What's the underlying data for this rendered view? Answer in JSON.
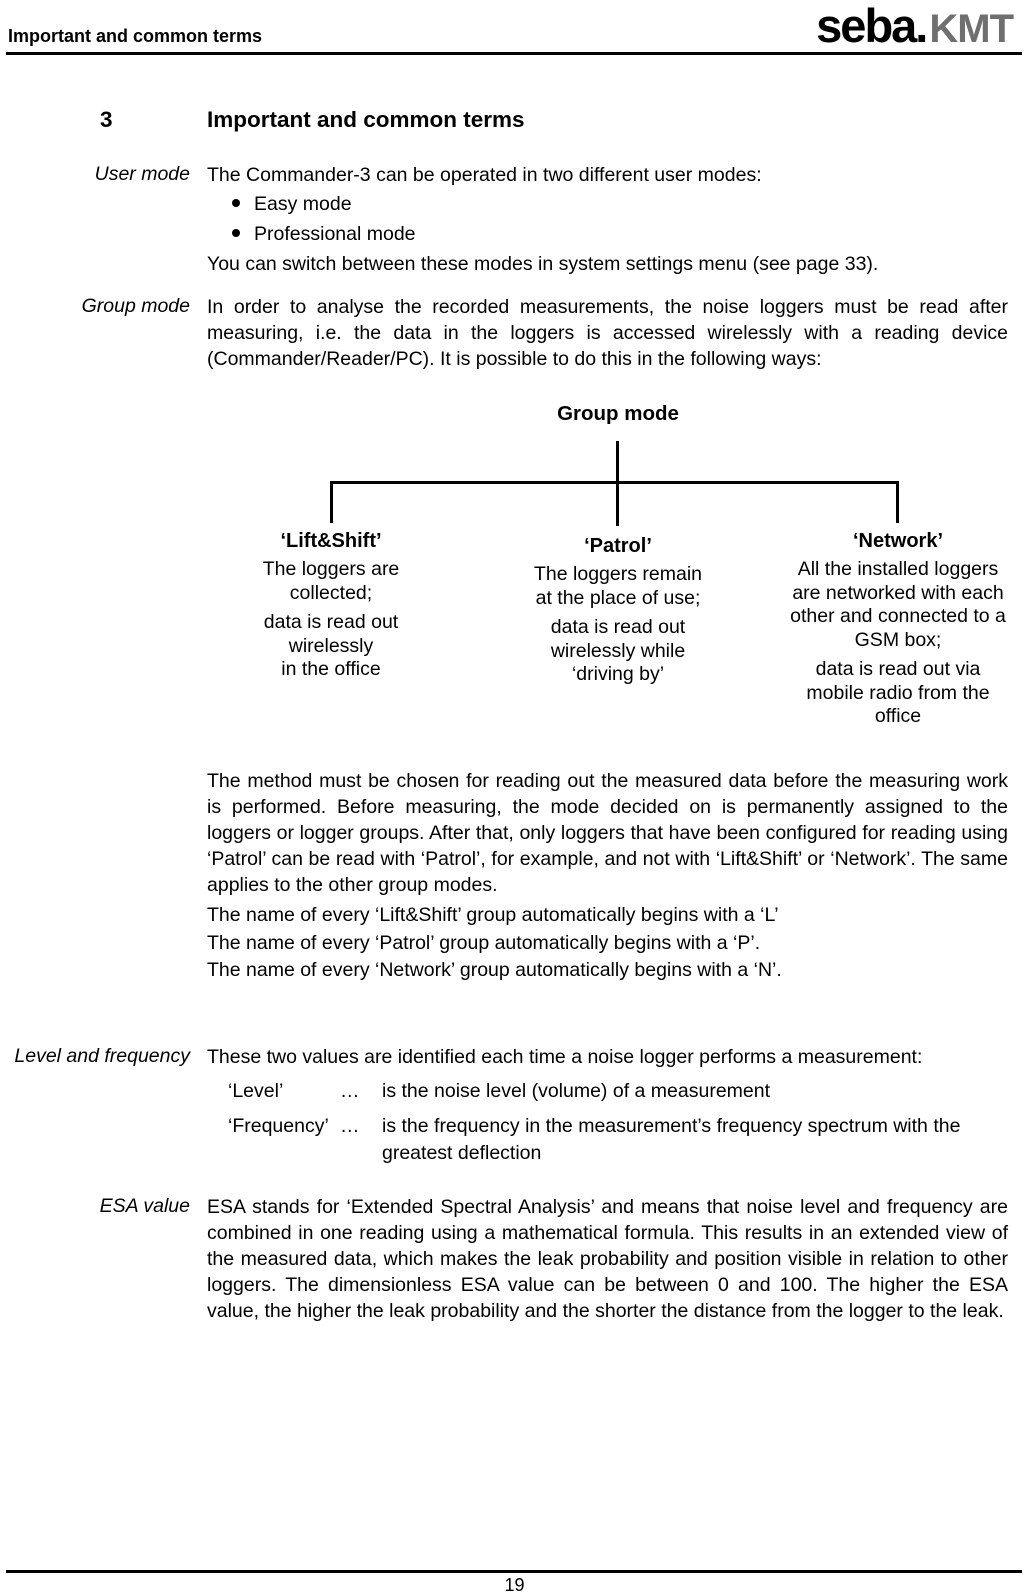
{
  "header": {
    "title": "Important and common terms",
    "logo_black": "seba.",
    "logo_gray": "KMT"
  },
  "section": {
    "number": "3",
    "title": "Important and common terms"
  },
  "user_mode": {
    "label": "User mode",
    "intro": "The Commander-3 can be operated in two different user modes:",
    "bullets": [
      "Easy mode",
      "Professional mode"
    ],
    "outro": "You can switch between these modes in system settings menu (see page 33)."
  },
  "group_mode": {
    "label": "Group mode",
    "intro": "In order to analyse the recorded measurements, the noise loggers must be read after measuring, i.e. the data in the loggers is accessed wirelessly with a reading device (Commander/Reader/PC). It is possible to do this in the following ways:",
    "diagram": {
      "root": "Group mode",
      "columns": [
        {
          "title": "‘Lift&Shift’",
          "body1": "The loggers are\ncollected;",
          "body2": "data is read out\nwirelessly\nin the office"
        },
        {
          "title": "‘Patrol’",
          "body1": "The loggers remain\nat the place of use;",
          "body2": "data is read out\nwirelessly while\n‘driving by’"
        },
        {
          "title": "‘Network’",
          "body1": "All the installed loggers\nare networked with each\nother and connected to a\nGSM box;",
          "body2": "data is read out via\nmobile radio from the\noffice"
        }
      ]
    },
    "method": "The method must be chosen for reading out the measured data before the measuring work is performed. Before measuring, the mode decided on is permanently assigned to the loggers or logger groups. After that, only loggers that have been configured for reading using ‘Patrol’ can be read with ‘Patrol’, for example, and not with ‘Lift&Shift’ or ‘Network’. The same applies to the other group modes.",
    "naming_rules": [
      "The name of every ‘Lift&Shift’ group automatically begins with a ‘L’",
      "The name of every ‘Patrol’ group automatically begins with a ‘P’.",
      "The name of every ‘Network’ group automatically begins with a ‘N’."
    ]
  },
  "level_frequency": {
    "label": "Level and frequency",
    "intro": "These two values are identified each time a noise logger performs a measurement:",
    "definitions": [
      {
        "term": "‘Level’",
        "dots": "…",
        "text": "is the noise level (volume) of a measurement"
      },
      {
        "term": "‘Frequency’",
        "dots": "…",
        "text": "is the frequency in the measurement’s frequency spectrum with the greatest deflection"
      }
    ]
  },
  "esa": {
    "label": "ESA value",
    "text": "ESA stands for ‘Extended Spectral Analysis’ and means that noise level and frequency are combined in one reading using a mathematical formula. This results in an extended view of the measured data, which makes the leak probability and position visible in relation to other loggers. The dimensionless ESA value can be between 0 and 100. The higher the ESA value, the higher the leak probability and the shorter the distance from the logger to the leak."
  },
  "footer": {
    "page_number": "19"
  },
  "colors": {
    "text": "#000000",
    "logo_gray": "#6f6f6f"
  }
}
